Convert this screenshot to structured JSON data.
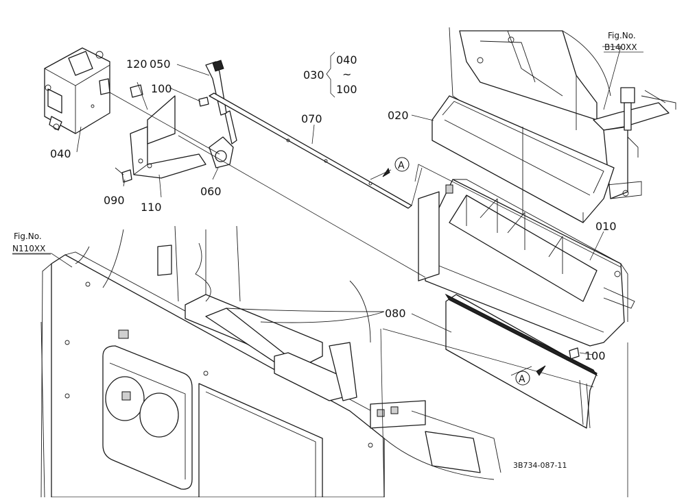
{
  "labels": {
    "p010": "010",
    "p020": "020",
    "p030": "030",
    "p030_from": "040",
    "p030_tilde": "~",
    "p030_to": "100",
    "p040": "040",
    "p050": "050",
    "p060": "060",
    "p070": "070",
    "p080": "080",
    "p090": "090",
    "p100_a": "100",
    "p100_b": "100",
    "p110": "110",
    "p120": "120"
  },
  "refs": {
    "top_right_caption": "Fig.No.",
    "top_right_fig": "B140XX",
    "left_caption": "Fig.No.",
    "left_fig": "N110XX"
  },
  "callouts": {
    "a1": "A",
    "a2": "A"
  },
  "drawing_number": "3B734-087-11"
}
